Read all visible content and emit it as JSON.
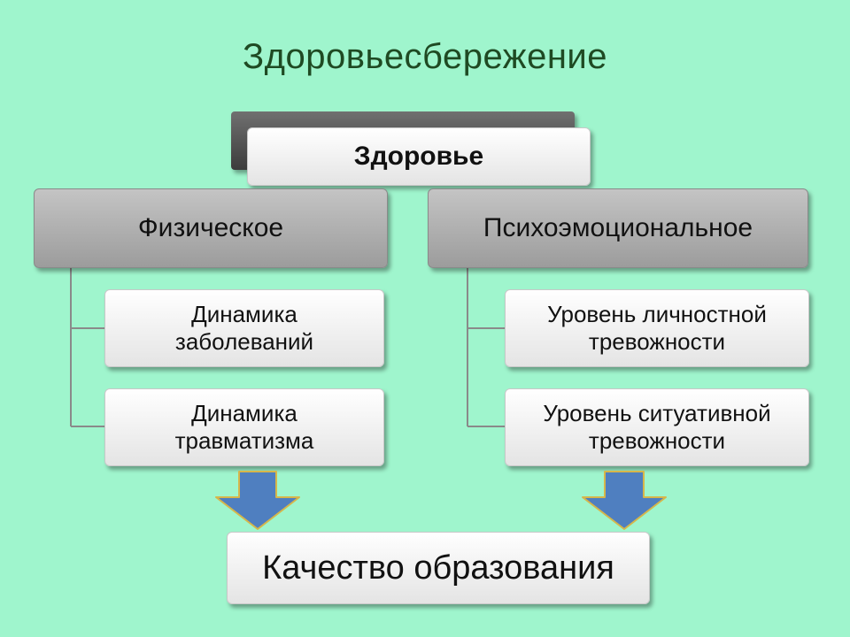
{
  "title": "Здоровьесбережение",
  "root": "Здоровье",
  "branches": [
    {
      "label": "Физическое",
      "items": [
        "Динамика\nзаболеваний",
        "Динамика\nтравматизма"
      ]
    },
    {
      "label": "Психоэмоциональное",
      "items": [
        "Уровень личностной\nтревожности",
        "Уровень ситуативной\nтревожности"
      ]
    }
  ],
  "result": "Качество образования",
  "colors": {
    "background": "#9ff5cd",
    "title_text": "#1f4a23",
    "arrow_fill": "#4f7fc0",
    "arrow_outline": "#d6b64a",
    "connector": "#8a8a8a"
  }
}
